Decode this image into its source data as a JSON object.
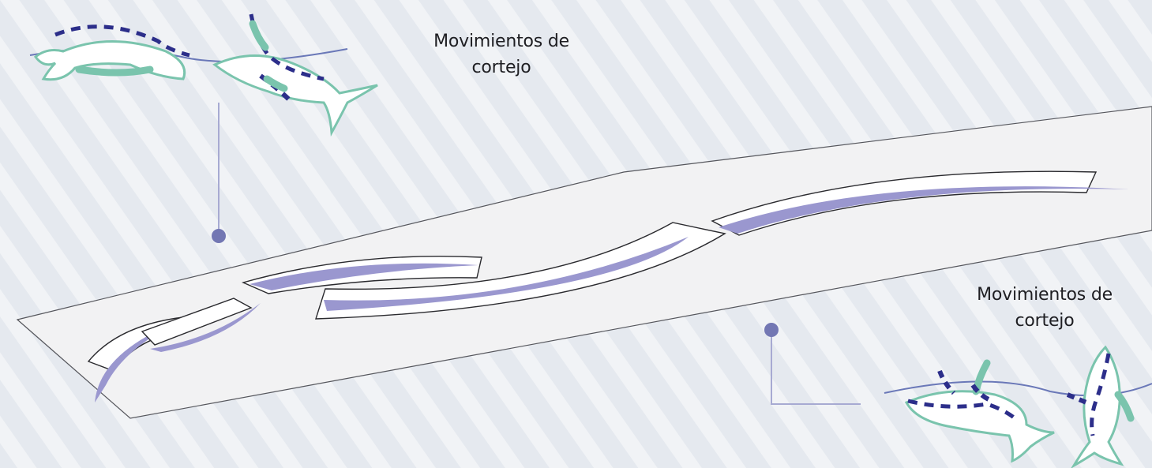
{
  "labels": {
    "top": {
      "line1": "Movimientos de",
      "line2": "cortejo"
    },
    "bottom": {
      "line1": "Movimientos de",
      "line2": "cortejo"
    }
  },
  "colors": {
    "background": "#e7ebf1",
    "plane": "#f1f1f2",
    "swim_path": "#9a97cf",
    "marker": "#7377b3",
    "whale_outline": "#7ac4ad",
    "whale_dash": "#2c2e8a",
    "water_line": "#6a78b8"
  },
  "icons": [
    "whale-pair-icon",
    "whale-pair-icon"
  ]
}
